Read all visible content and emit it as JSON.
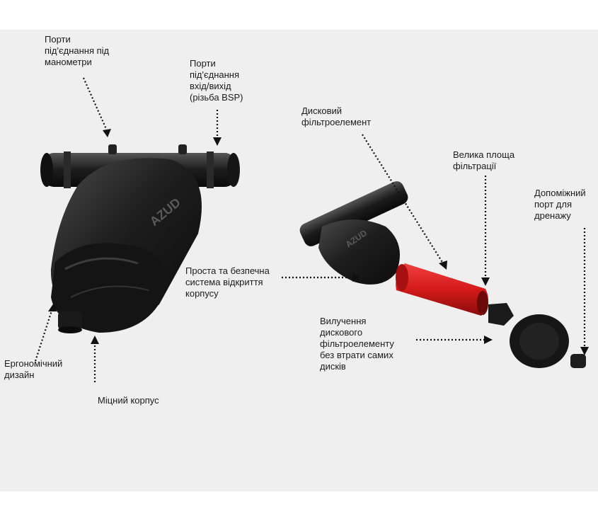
{
  "labels": {
    "gauge_ports": "Порти\nпід'єднання під\nманометри",
    "inout_ports": "Порти\nпід'єднання\nвхід/вихід\n(різьба BSP)",
    "disc_element": "Дисковий\nфільтроелемент",
    "large_area": "Велика площа\nфільтрації",
    "drain_port": "Допоміжний\nпорт для\nдренажу",
    "safe_opening": "Проста та безпечна\nсистема відкриття\nкорпусу",
    "removal": "Вилучення\nдискового\nфільтроелементу\nбез втрати самих\nдисків",
    "ergonomic": "Ергономічний\nдизайн",
    "strong_body": "Міцний корпус"
  },
  "brand": "AZUD",
  "colors": {
    "body": "#1f1f1f",
    "body_highlight": "#3a3a3a",
    "element_red": "#d41a1a",
    "background": "#efefef"
  }
}
